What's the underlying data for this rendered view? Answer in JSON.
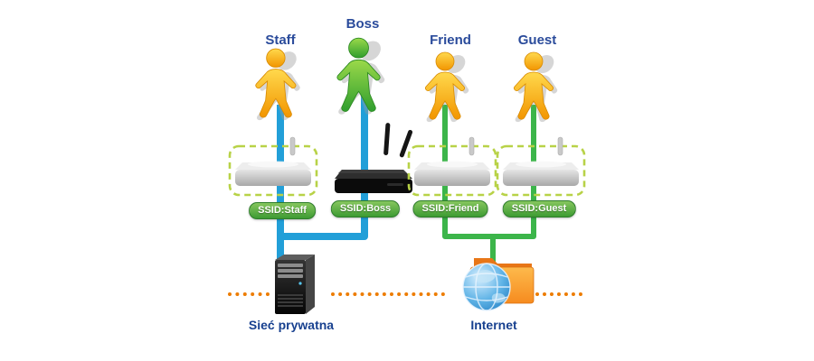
{
  "diagram": {
    "users": [
      {
        "label": "Staff",
        "figure_color": "#F5A300"
      },
      {
        "label": "Boss",
        "figure_color": "#46A926"
      },
      {
        "label": "Friend",
        "figure_color": "#F5A300"
      },
      {
        "label": "Guest",
        "figure_color": "#F5A300"
      }
    ],
    "ssids": [
      {
        "label": "SSID:Staff"
      },
      {
        "label": "SSID:Boss"
      },
      {
        "label": "SSID:Friend"
      },
      {
        "label": "SSID:Guest"
      }
    ],
    "endpoints": {
      "private_network": "Sieć prywatna",
      "internet": "Internet"
    },
    "colors": {
      "blue_line": "#229FD8",
      "green_line": "#3CB54A",
      "label_text": "#2A4B9B",
      "ssid_badge_green": "#4AA437",
      "dotted_line_orange": "#ED7C00"
    }
  }
}
